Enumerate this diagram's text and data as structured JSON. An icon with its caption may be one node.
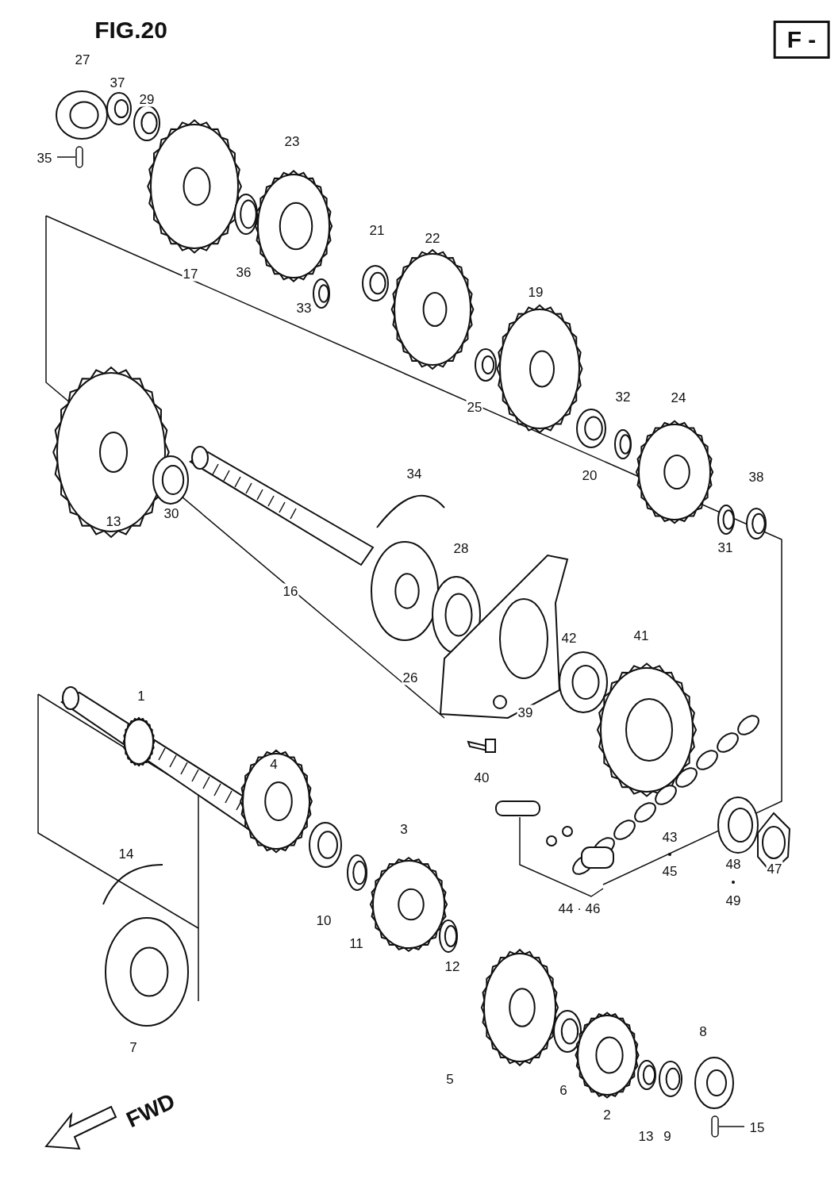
{
  "diagram": {
    "nodes": [
      {
        "text": [
          "35"
        ]
      },
      {
        "text": [],
        "shape": "cylinder"
      },
      {
        "text": [
          "15"
        ]
      },
      {
        "text": [],
        "shape": "cylinder"
      }
    ],
    "edges": [
      {
        "from": 0,
        "to": 1,
        "arrow": "none"
      },
      {
        "from": 2,
        "to": 3,
        "arrow": "none"
      }
    ],
    "labels": [
      "FIG.20",
      "F -",
      "27",
      "37",
      "29",
      "23",
      "21",
      "22",
      "17",
      "36",
      "33",
      "19",
      "25",
      "32",
      "24",
      "34",
      "20",
      "38",
      "13",
      "30",
      "28",
      "31",
      "16",
      "42",
      "41",
      "26",
      "39",
      "1",
      "4",
      "40",
      "3",
      "43",
      "45",
      "47",
      "48",
      "49",
      "44 · 46",
      "14",
      "10",
      "11",
      "12",
      "8",
      "5",
      "6",
      "2",
      "13",
      "9",
      "7",
      "FWD"
    ]
  }
}
